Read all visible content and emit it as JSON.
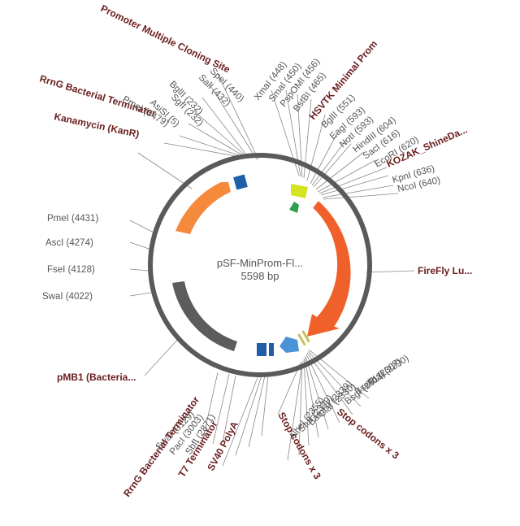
{
  "plasmid": {
    "name": "pSF-MinProm-Fl...",
    "size": "5598 bp"
  },
  "colors": {
    "backbone": "#5a5a5a",
    "firefly": "#f0602a",
    "kanamycin": "#f58a3c",
    "pmb1": "#5c5c5c",
    "terminator": "#1e5fa8",
    "promoter": "#d6e322",
    "kozak": "#2e9e4a",
    "polya": "#4c92d6",
    "stop": "#c9c060",
    "feature_text": "#6b1d1d",
    "site_text": "#555555"
  },
  "labels": {
    "promoter_mcs": "Promoter Multiple Cloning Site",
    "rrng_top": "RrnG Bacterial Terminator",
    "kanamycin": "Kanamycin (KanR)",
    "hsvtk": "HSVTK Minimal Prom",
    "kozak": "KOZAK_ShineDa...",
    "firefly": "FireFly Lu...",
    "pmb1": "pMB1 (Bacteria...",
    "stop_right": "Stop codons x 3",
    "stop_bottom": "Stop codons x 3",
    "sv40": "SV40 PolyA",
    "t7": "T7 Terminator",
    "rrng_bottom": "RrnG Bacterial Terminator"
  },
  "sites": {
    "spei": "SpeI (440)",
    "sali": "SalI (432)",
    "bglii_top": "BglII (232)",
    "sgfi": "SgfI (232)",
    "pmei_top": "PmeI (5479)",
    "asisi": "AsiSI (5)",
    "xmai": "XmaI (448)",
    "smai": "SmaI (450)",
    "pspomi": "PspOMI (456)",
    "bstbi": "BstBI (465)",
    "bglii_right": "BglII (551)",
    "eagi": "EagI (593)",
    "noti": "NotI (593)",
    "hindiii": "HindIII (604)",
    "saci": "SacI (616)",
    "ecori": "EcoRI (620)",
    "kpni": "KpnI (636)",
    "ncoi": "NcoI (640)",
    "pmei_left": "PmeI (4431)",
    "asci": "AscI (4274)",
    "fsei": "FseI (4128)",
    "swai_left": "SwaI (4022)",
    "xbai": "XbaI (2290)",
    "bseri": "BseRI (2307)",
    "bsgi": "BsgI (2313)",
    "clai": "ClaI (2330)",
    "bamhi": "BamHI (2339)",
    "stui": "StuI (2349)",
    "nhei": "NheI (2355)",
    "swai_bottom": "SwaI (3129)",
    "paci": "PacI (3003)",
    "sbfi": "SbfI (2871)"
  }
}
